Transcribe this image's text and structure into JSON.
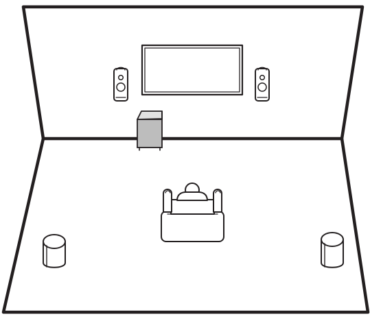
{
  "diagram": {
    "kind": "speaker-placement-room",
    "components": [
      {
        "id": "room",
        "icon": "room-outline-icon"
      },
      {
        "id": "tv",
        "icon": "tv-screen-icon"
      },
      {
        "id": "front-left",
        "icon": "speaker-icon"
      },
      {
        "id": "front-right",
        "icon": "speaker-icon"
      },
      {
        "id": "subwoofer",
        "icon": "subwoofer-icon"
      },
      {
        "id": "listener",
        "icon": "listener-on-sofa-icon"
      },
      {
        "id": "surround-left",
        "icon": "surround-speaker-icon"
      },
      {
        "id": "surround-right",
        "icon": "surround-speaker-icon"
      }
    ],
    "colors": {
      "line": "#231f20",
      "background": "#ffffff",
      "subwoofer_front": "#bdbdbd",
      "subwoofer_top": "#e2e2e2"
    }
  }
}
